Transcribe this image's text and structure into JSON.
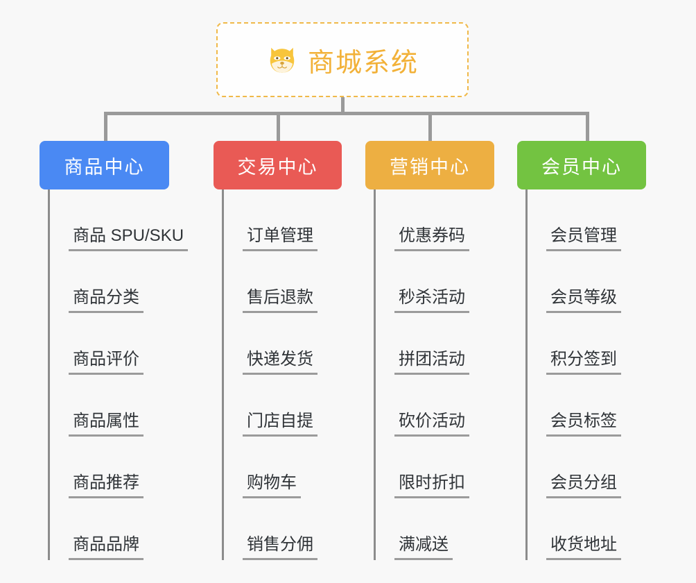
{
  "root": {
    "icon": "dog-face-icon",
    "title": "商城系统",
    "title_color": "#f2b138",
    "border_color": "#f0b949"
  },
  "branches": [
    {
      "label": "商品中心",
      "color": "#4a89f3",
      "items": [
        "商品 SPU/SKU",
        "商品分类",
        "商品评价",
        "商品属性",
        "商品推荐",
        "商品品牌"
      ]
    },
    {
      "label": "交易中心",
      "color": "#e95a55",
      "items": [
        "订单管理",
        "售后退款",
        "快递发货",
        "门店自提",
        "购物车",
        "销售分佣"
      ]
    },
    {
      "label": "营销中心",
      "color": "#edaf42",
      "items": [
        "优惠券码",
        "秒杀活动",
        "拼团活动",
        "砍价活动",
        "限时折扣",
        "满减送"
      ]
    },
    {
      "label": "会员中心",
      "color": "#73c341",
      "items": [
        "会员管理",
        "会员等级",
        "积分签到",
        "会员标签",
        "会员分组",
        "收货地址"
      ]
    }
  ],
  "connector_color": "#9a9a9a",
  "background_color": "#f8f8f8"
}
